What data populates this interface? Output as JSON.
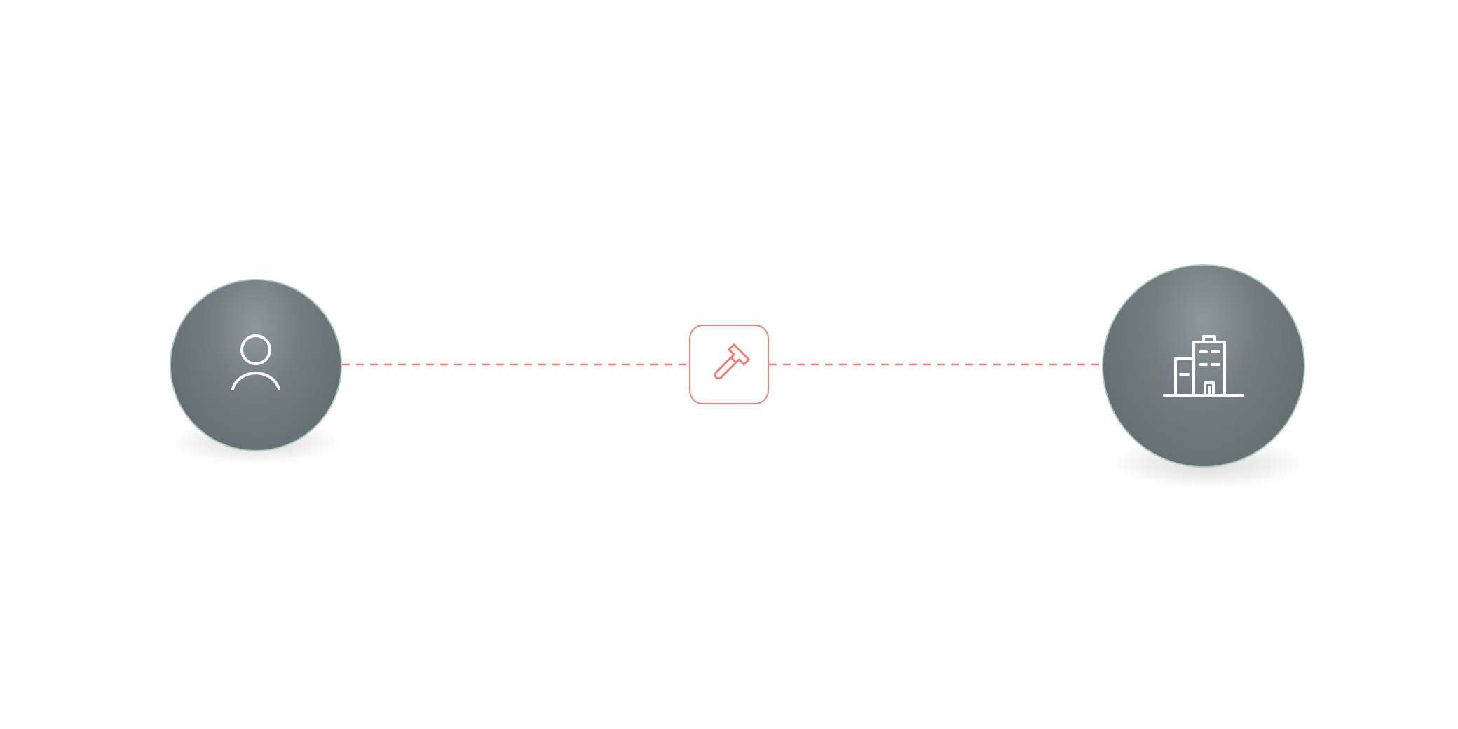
{
  "diagram": {
    "connector": {
      "style": "dashed",
      "color": "#f27f74"
    },
    "nodes": [
      {
        "id": "user",
        "icon": "user-icon",
        "shape": "circle"
      },
      {
        "id": "organization",
        "icon": "building-icon",
        "shape": "circle"
      }
    ],
    "center": {
      "icon": "hammer-icon",
      "shape": "rounded-square",
      "color": "#f27f74"
    },
    "colors": {
      "node_fill": "#6b7579",
      "node_border": "#a9c8c1",
      "icon_stroke": "#ffffff",
      "background": "#ffffff"
    }
  }
}
